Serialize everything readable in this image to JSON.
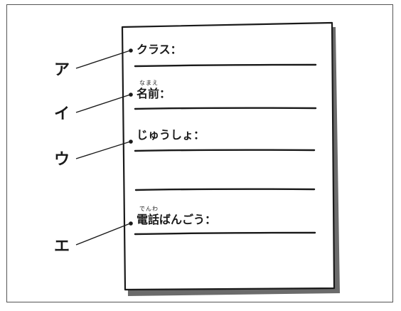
{
  "form": {
    "fields": [
      {
        "label": "クラス："
      },
      {
        "label": "名前：",
        "ruby": "なまえ"
      },
      {
        "label": "じゅうしょ："
      },
      {
        "label": "電話ばんごう：",
        "ruby": "でんわ"
      }
    ]
  },
  "callouts": [
    "ア",
    "イ",
    "ウ",
    "エ"
  ],
  "colors": {
    "ink": "#1a1a1a",
    "paper": "#ffffff",
    "shadow": "#6b6b6b",
    "frame": "#555555"
  }
}
